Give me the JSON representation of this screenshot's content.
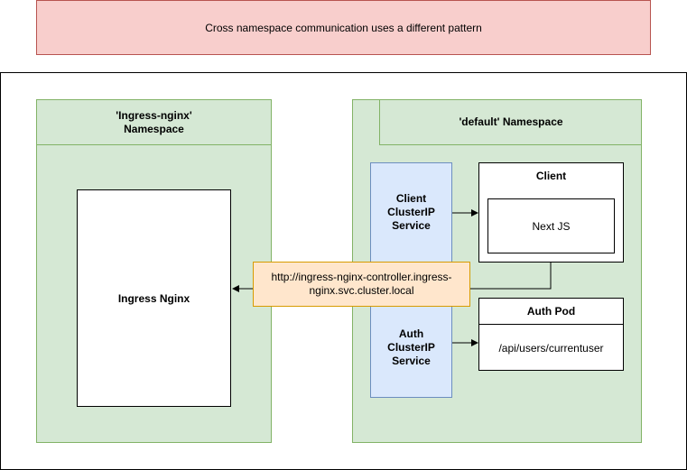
{
  "banner": {
    "text": "Cross namespace communication uses a different pattern"
  },
  "ingress_namespace": {
    "title_line1": "'Ingress-nginx'",
    "title_line2": "Namespace",
    "controller_label": "Ingress Nginx"
  },
  "default_namespace": {
    "title": "'default' Namespace",
    "client_service": {
      "line1": "Client",
      "line2": "ClusterIP",
      "line3": "Service"
    },
    "auth_service": {
      "line1": "Auth",
      "line2": "ClusterIP",
      "line3": "Service"
    },
    "client_pod": {
      "title": "Client",
      "app": "Next JS"
    },
    "auth_pod": {
      "title": "Auth Pod",
      "route": "/api/users/currentuser"
    }
  },
  "request_url": {
    "text": "http://ingress-nginx-controller.ingress-nginx.svc.cluster.local"
  },
  "colors": {
    "banner_fill": "#f8cecc",
    "banner_stroke": "#b85450",
    "namespace_fill": "#d5e8d4",
    "namespace_stroke": "#82b366",
    "service_fill": "#dae8fc",
    "service_stroke": "#6c8ebf",
    "url_fill": "#ffe6cc",
    "url_stroke": "#d79b00"
  }
}
